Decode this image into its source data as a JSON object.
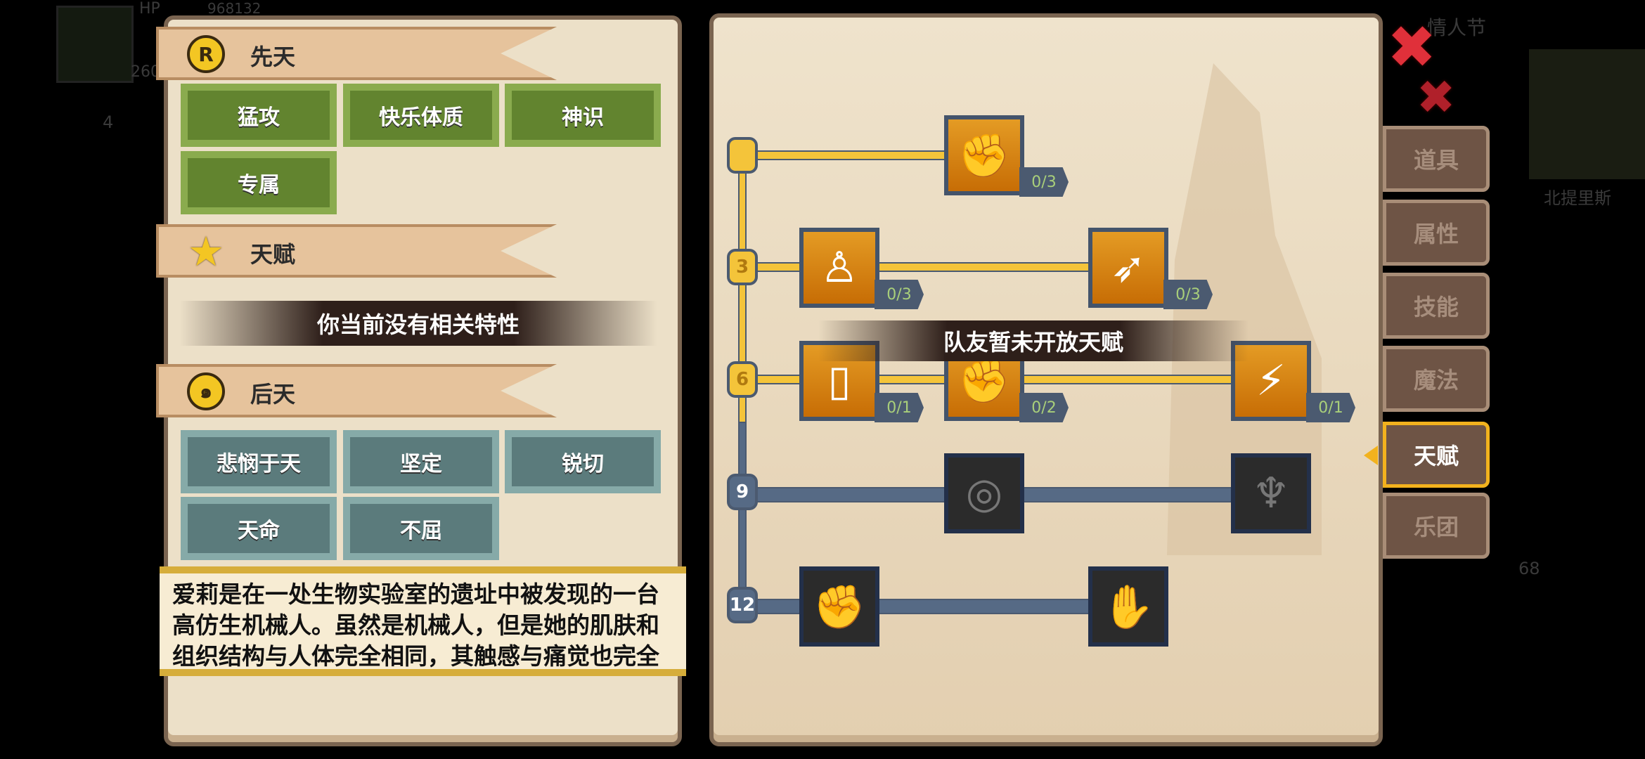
{
  "hud": {
    "hp_label": "HP",
    "hp_value": "968132",
    "level_badge": "260",
    "item_count": "4",
    "event_label": "情人节",
    "location": "北提里斯",
    "potion_count": "68"
  },
  "left_panel": {
    "innate": {
      "title": "先天",
      "icon": "r-coin-icon",
      "traits": [
        "猛攻",
        "快乐体质",
        "神识",
        "专属"
      ]
    },
    "talent": {
      "title": "天赋",
      "icon": "star-icon",
      "empty_text": "你当前没有相关特性"
    },
    "acquired": {
      "title": "后天",
      "icon": "swirl-coin-icon",
      "traits": [
        "悲悯于天",
        "坚定",
        "锐切",
        "天命",
        "不屈"
      ]
    },
    "description": "爱莉是在一处生物实验室的遗址中被发现的一台高仿生机械人。虽然是机械人，但是她的肌肤和组织结构与人体完全相同，其触感与痛觉也完全还原，甚至还拥有生殖系统，她的大脑搭载了人"
  },
  "talent_tree": {
    "notice": "队友暂未开放天赋",
    "levels": [
      "3",
      "6",
      "9",
      "12"
    ],
    "nodes": [
      {
        "icon": "arm-wrestle-icon",
        "count": "0/3",
        "unlocked": true
      },
      {
        "icon": "muscle-body-icon",
        "count": "0/3",
        "unlocked": true
      },
      {
        "icon": "arrow-icon",
        "count": "0/3",
        "unlocked": true
      },
      {
        "icon": "card-draw-icon",
        "count": "0/1",
        "unlocked": true
      },
      {
        "icon": "punch-icon",
        "count": "0/2",
        "unlocked": true
      },
      {
        "icon": "splash-strike-icon",
        "count": "0/1",
        "unlocked": true
      },
      {
        "icon": "ripple-icon",
        "unlocked": false
      },
      {
        "icon": "bat-icon",
        "unlocked": false
      },
      {
        "icon": "raised-fist-icon",
        "unlocked": false
      },
      {
        "icon": "grab-hand-icon",
        "unlocked": false
      }
    ]
  },
  "tabs": [
    {
      "label": "道具"
    },
    {
      "label": "属性"
    },
    {
      "label": "技能"
    },
    {
      "label": "魔法"
    },
    {
      "label": "天赋",
      "active": true
    },
    {
      "label": "乐团"
    }
  ],
  "colors": {
    "gold": "#f4c43a",
    "slate": "#566a85",
    "green": "#62842f",
    "teal": "#5b7b7c",
    "tab_active": "#f2b21e",
    "close": "#e0303a"
  }
}
